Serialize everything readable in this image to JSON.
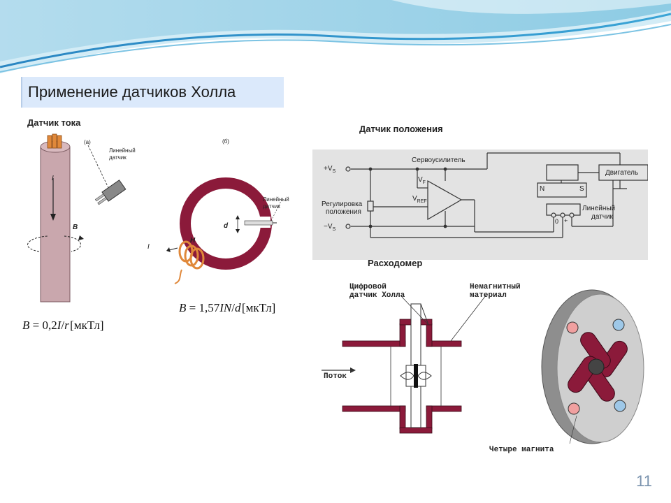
{
  "title": "Применение датчиков Холла",
  "page_number": "11",
  "current_sensor": {
    "heading": "Датчик тока",
    "label_a": "(а)",
    "label_b": "(б)",
    "linear_sensor_1": "Линейный",
    "linear_sensor_2": "датчик",
    "linear_sensor_b_1": "Линейный",
    "linear_sensor_b_2": "датчик",
    "current_i": "I",
    "field_b": "B",
    "field_h": "H",
    "gap_d": "d",
    "current_i2": "I",
    "formula_a_lhs": "B",
    "formula_a_rhs": " = 0,2",
    "formula_a_i": "I",
    "formula_a_slash": "/",
    "formula_a_r": "r",
    "formula_a_unit": "мкТл",
    "formula_b_lhs": "B",
    "formula_b_rhs": " = 1,57",
    "formula_b_in": "IN",
    "formula_b_slash": "/",
    "formula_b_d": "d",
    "formula_b_unit": "мкТл"
  },
  "position_sensor": {
    "heading": "Датчик положения",
    "vs_plus": "+V",
    "vs_minus": "−V",
    "vs_sub": "S",
    "servo": "Сервоусилитель",
    "vf": "V",
    "vf_sub": "F",
    "vref": "V",
    "vref_sub": "REF",
    "reg_1": "Регулировка",
    "reg_2": "положения",
    "motor": "Двигатель",
    "pole_n": "N",
    "pole_s": "S",
    "linear_1": "Линейный",
    "linear_2": "датчик",
    "pin_0": "0",
    "pin_plus": "+"
  },
  "flowmeter": {
    "heading": "Расходомер",
    "digital_1": "Цифровой",
    "digital_2": "датчик Холла",
    "nonmag_1": "Немагнитный",
    "nonmag_2": "материал",
    "flow": "Поток",
    "magnets": "Четыре магнита"
  },
  "colors": {
    "accent": "#8b1a3a",
    "title_bg": "#dbe9fb",
    "wire": "#b89ca2"
  }
}
